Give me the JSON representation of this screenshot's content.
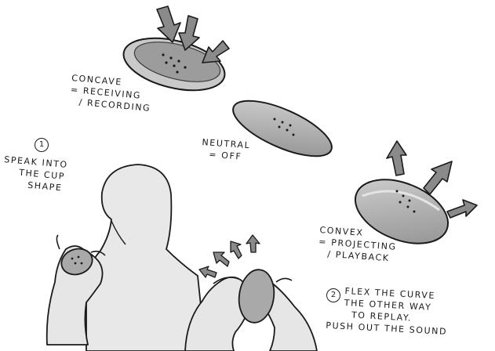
{
  "states": {
    "concave": {
      "name": "CONCAVE",
      "line1": "= RECEIVING",
      "line2": "/ RECORDING"
    },
    "neutral": {
      "name": "NEUTRAL",
      "line1": "= OFF"
    },
    "convex": {
      "name": "CONVEX",
      "line1": "= PROJECTING",
      "line2": "/ PLAYBACK"
    }
  },
  "steps": [
    {
      "number": "1",
      "lines": [
        "SPEAK INTO",
        "THE CUP",
        "SHAPE"
      ]
    },
    {
      "number": "2",
      "lines": [
        "FLEX THE CURVE",
        "THE OTHER WAY",
        "TO REPLAY.",
        "PUSH OUT THE SOUND"
      ]
    }
  ],
  "colors": {
    "ink": "#1a1a1a",
    "disc_fill": "#a9a9a9",
    "disc_rim": "#c7c7c7",
    "arrow_fill": "#8a8a8a",
    "skin_fill": "#e6e6e6",
    "shadow": "#cfcfcf"
  }
}
